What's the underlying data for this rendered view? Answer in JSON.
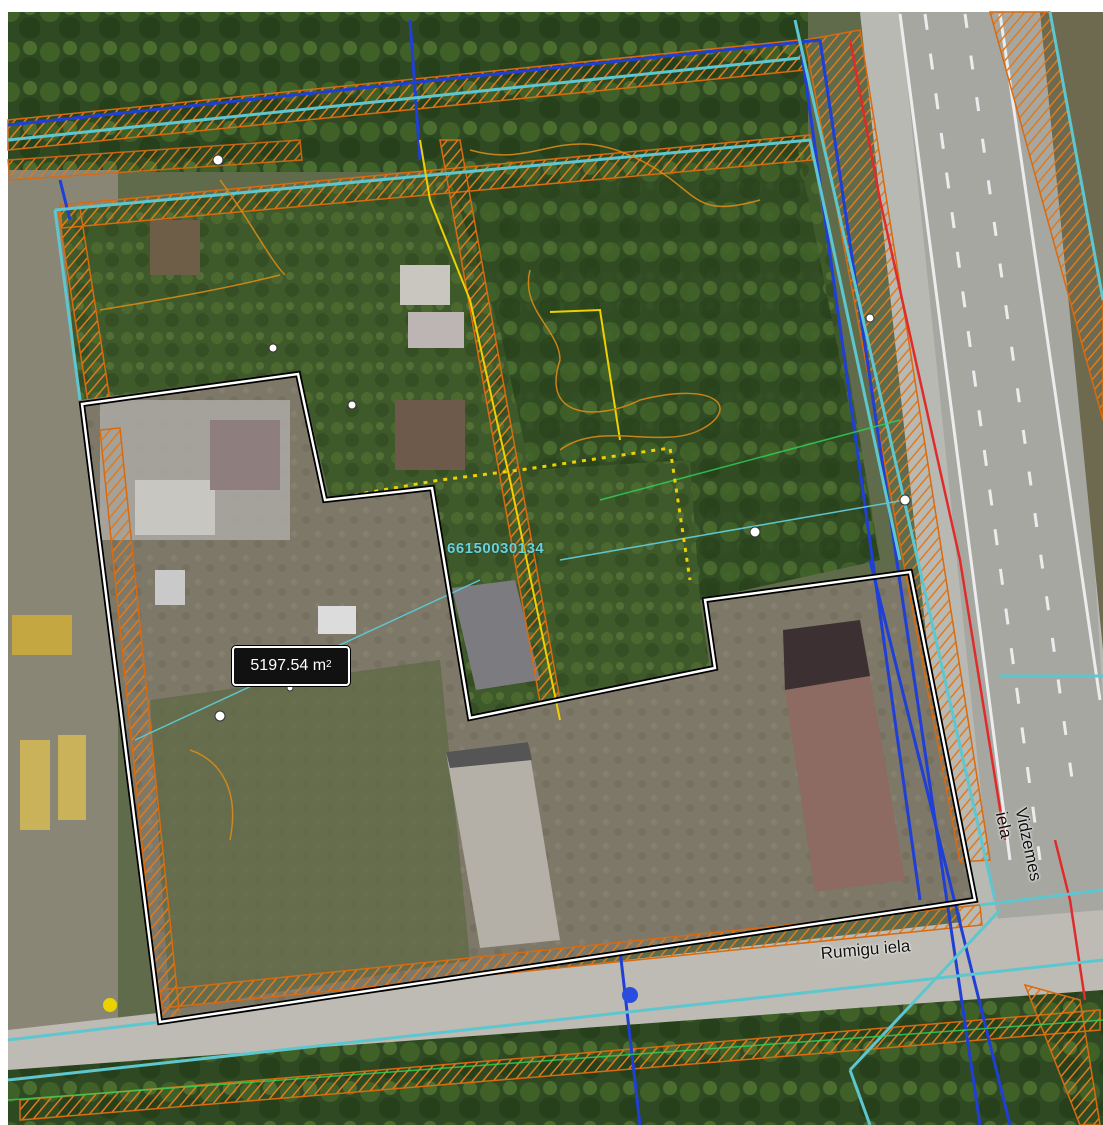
{
  "map": {
    "measurement": {
      "value": "5197.54 m",
      "unit_sup": "2"
    },
    "parcel_id": "66150030134",
    "streets": {
      "vidzemes": "Vidzemes iela",
      "rumigu": "Rumigu iela"
    },
    "colors": {
      "parcel_outline": "#ffffff",
      "cadastre_line": "#5ec6cf",
      "utility_line": "#1f3fd6",
      "contour_hatch": "#e07a1c",
      "yellow_line": "#f0d000",
      "road_marking": "#e8e8e8"
    }
  }
}
